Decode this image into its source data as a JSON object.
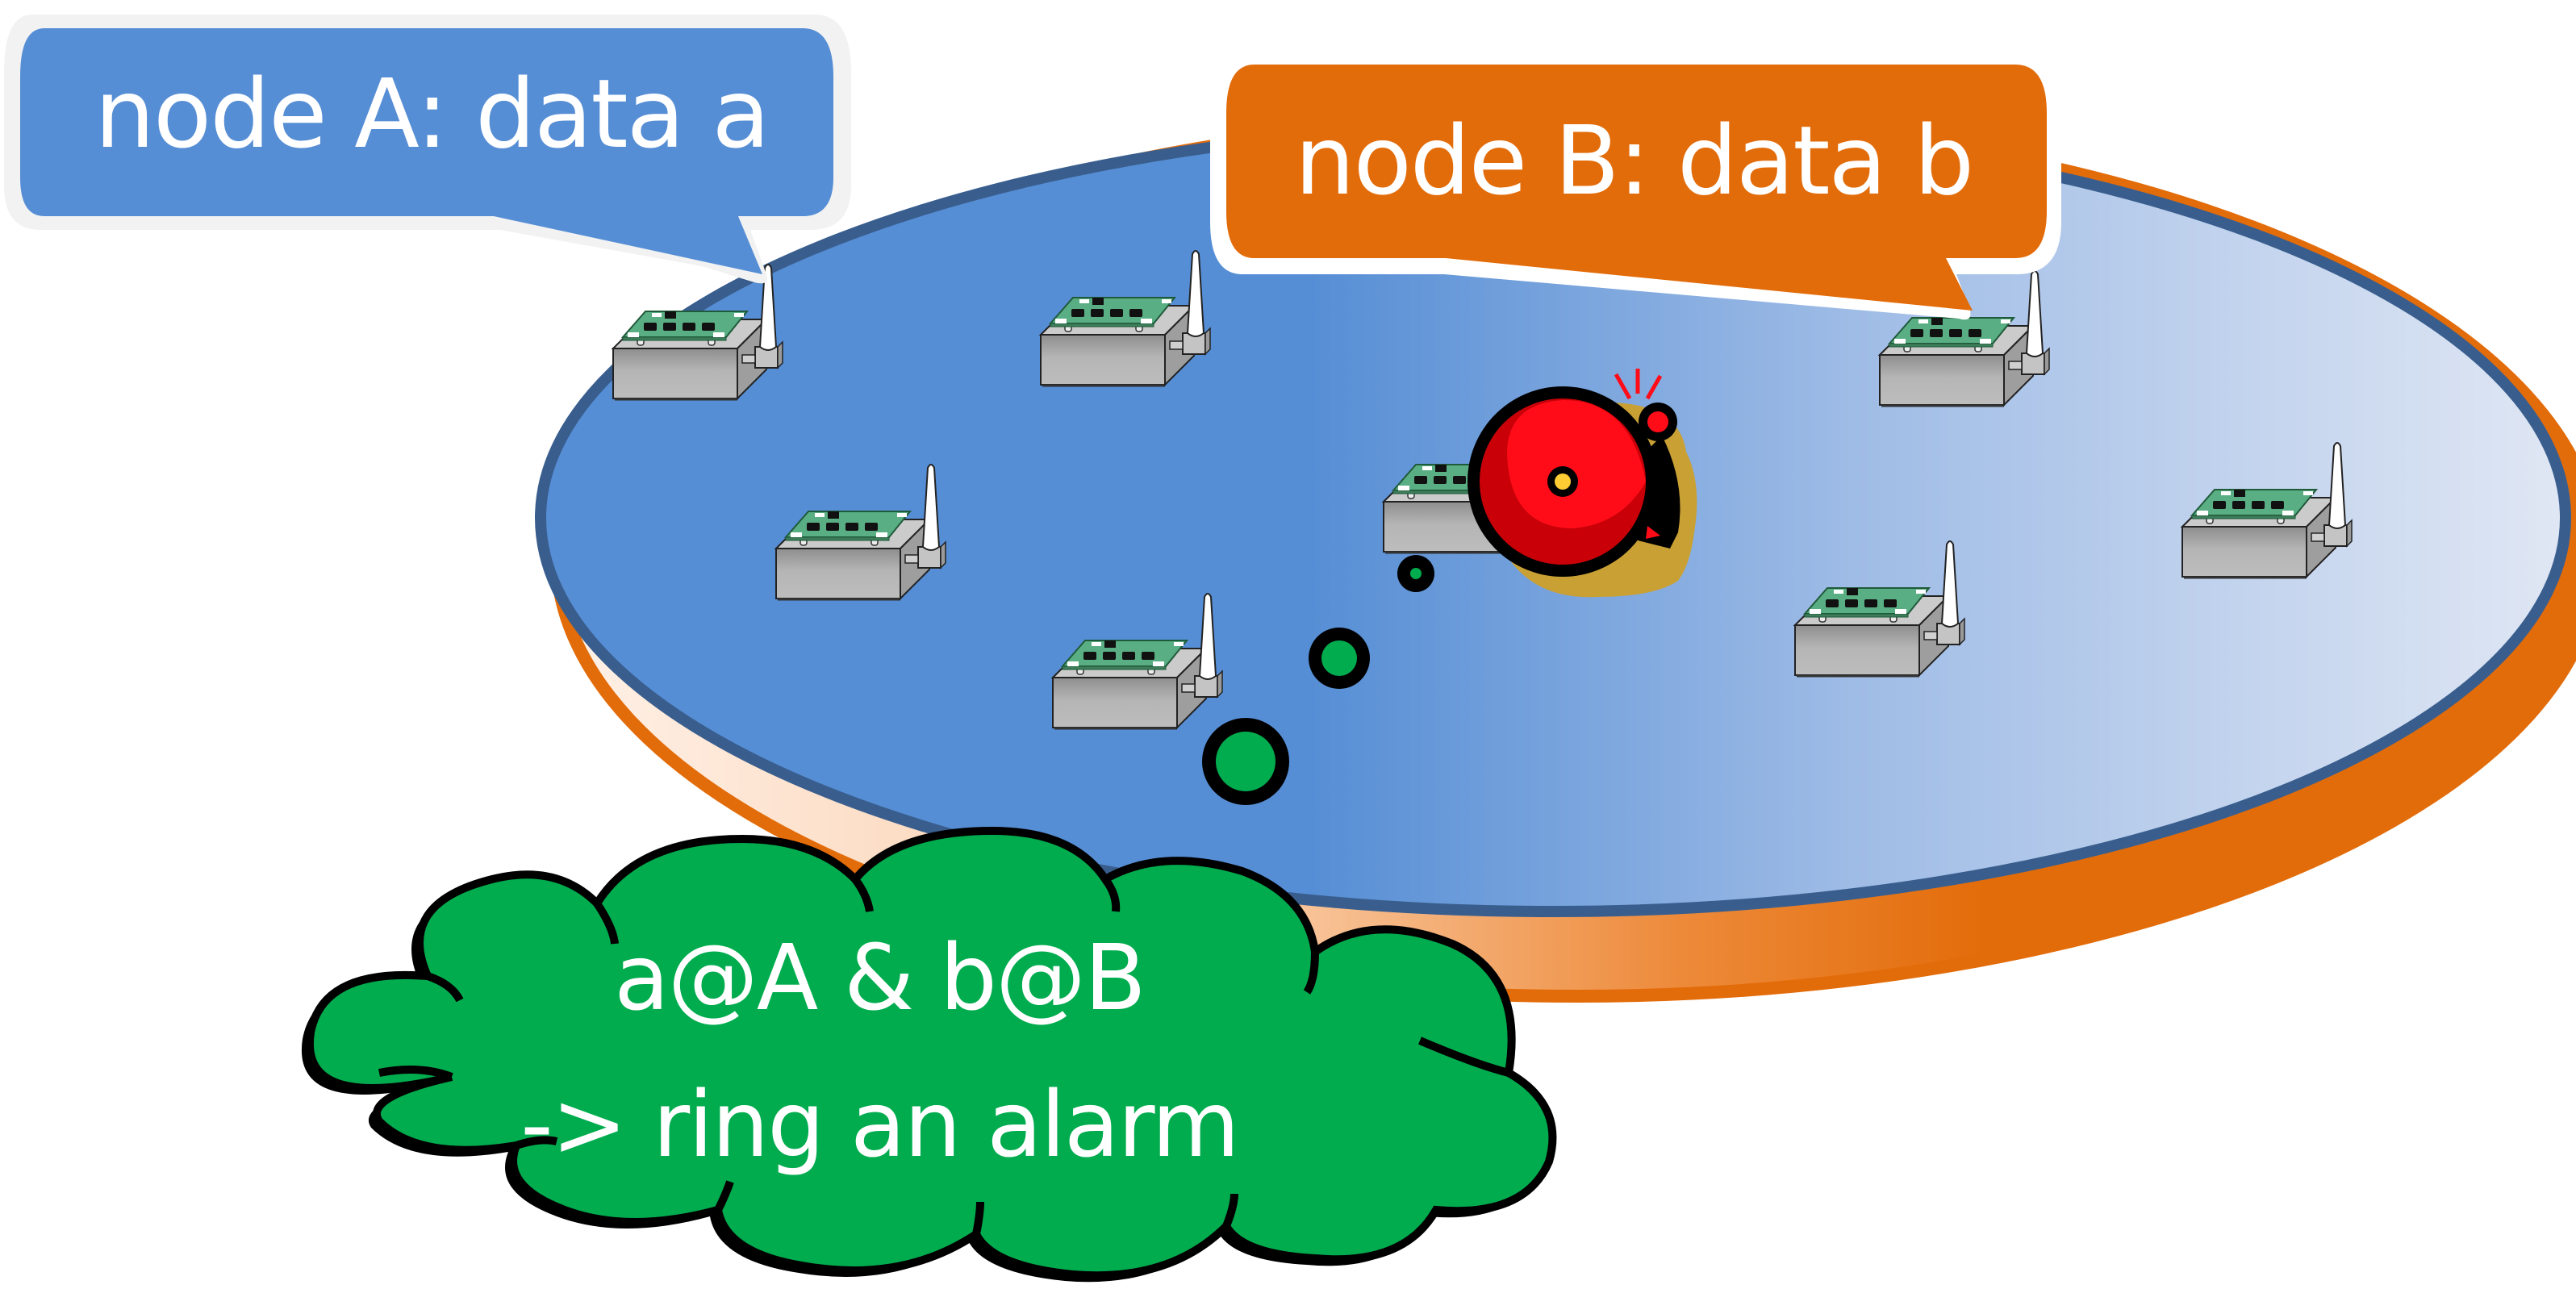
{
  "diagram": {
    "title": "Distributed sensor network event detection",
    "callouts": [
      {
        "id": "node-a",
        "label": "node A: data a",
        "color": "#568ED5"
      },
      {
        "id": "node-b",
        "label": "node B: data b",
        "color": "#E36C0A"
      }
    ],
    "rule_cloud": {
      "lines": [
        "a@A & b@B",
        "->  ring an alarm"
      ],
      "color": "#00AC4E"
    },
    "network_field": {
      "top_color_start": "#568ED5",
      "top_color_end": "#DCE5F4",
      "rim_color": "#395E8E",
      "base_color": "#E36C0A",
      "base_inner_color": "#FCE6D6"
    },
    "sensor_nodes": [
      {
        "name": "sensor-node-a"
      },
      {
        "name": "sensor-node-2"
      },
      {
        "name": "sensor-node-b"
      },
      {
        "name": "sensor-node-4"
      },
      {
        "name": "sensor-node-center"
      },
      {
        "name": "sensor-node-6"
      },
      {
        "name": "sensor-node-7"
      },
      {
        "name": "sensor-node-8"
      }
    ],
    "alarm_bell": {
      "color": "#FF0C18",
      "shadow": "#C9A034"
    },
    "thought_bubble_color": "#00AC4E"
  }
}
